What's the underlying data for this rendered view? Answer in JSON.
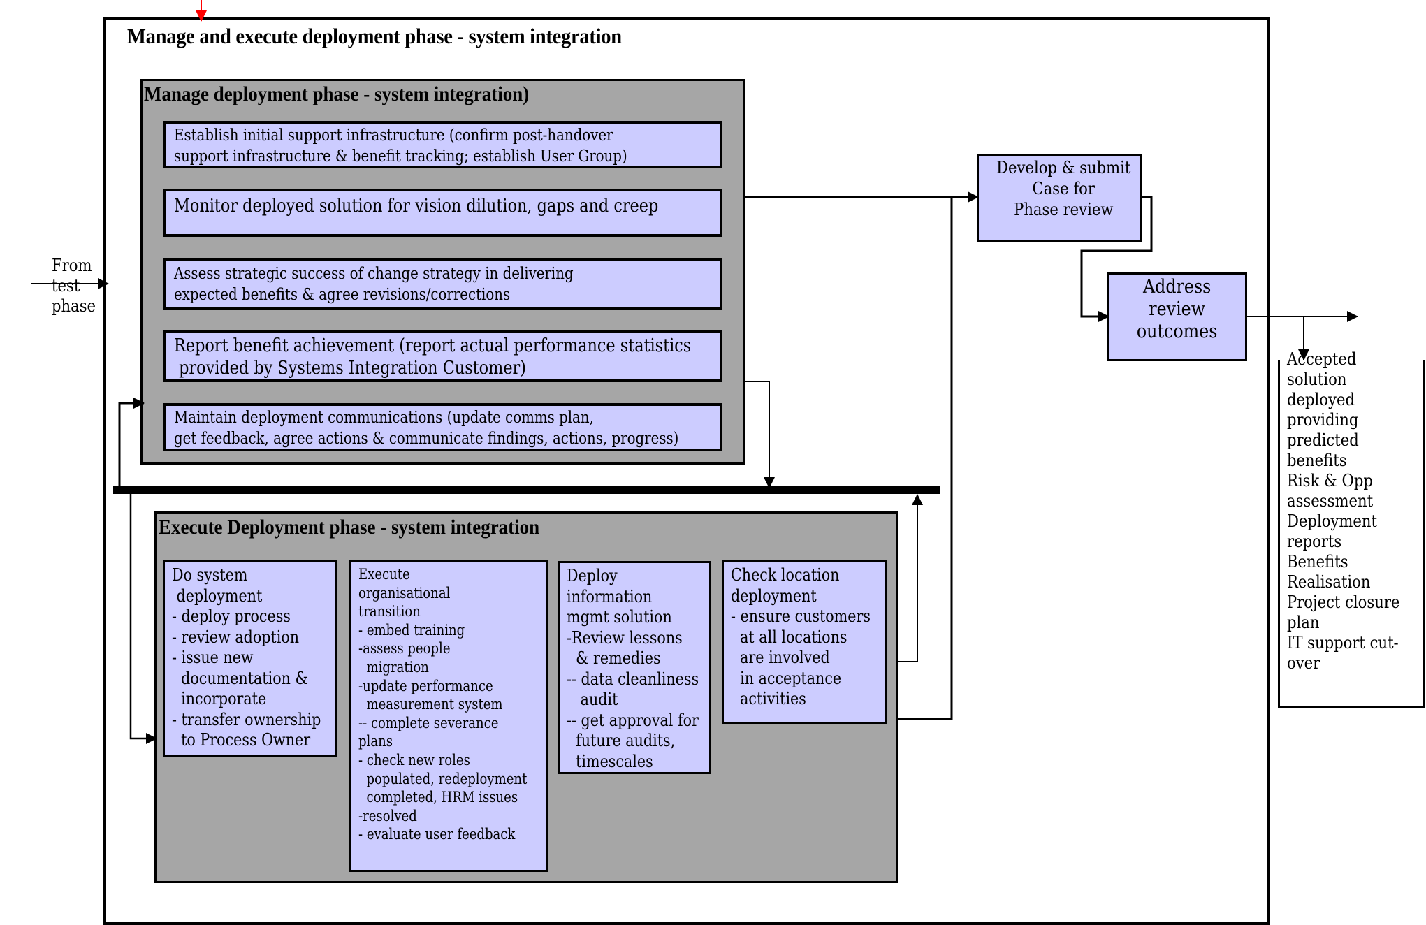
{
  "diagram": {
    "title": "Manage and execute deployment phase - system integration",
    "input_label": "From\ntest\nphase",
    "manage_group": {
      "title": "Manage deployment phase  - system integration)",
      "tasks": [
        "Establish initial support infrastructure (confirm post-handover\nsupport infrastructure & benefit tracking; establish User Group)",
        "Monitor deployed solution for vision dilution, gaps and creep",
        "Assess strategic success of change strategy in delivering\nexpected benefits & agree revisions/corrections",
        "Report benefit achievement (report actual performance statistics\n provided by Systems Integration Customer)",
        "Maintain deployment communications (update comms plan,\nget feedback, agree actions & communicate findings, actions, progress)"
      ]
    },
    "execute_group": {
      "title": "Execute  Deployment phase - system integration",
      "tasks": [
        "Do system\n deployment\n- deploy process\n- review adoption\n- issue new\n  documentation &\n  incorporate\n- transfer ownership\n  to Process Owner",
        "Execute\norganisational\ntransition\n- embed training\n-assess people\n  migration\n-update performance\n  measurement system\n-- complete severance\nplans\n- check new roles\n  populated, redeployment\n  completed, HRM issues\n-resolved\n- evaluate user feedback",
        "Deploy\ninformation\nmgmt solution\n-Review lessons\n  & remedies\n-- data cleanliness\n   audit\n-- get approval for\n  future audits,\n  timescales",
        "Check location\ndeployment\n- ensure customers\n  at all locations\n  are involved\n  in acceptance\n  activities"
      ]
    },
    "review_steps": [
      "Develop & submit\nCase for\nPhase review",
      "Address\nreview\noutcomes"
    ],
    "outputs": "Accepted\nsolution\ndeployed\nproviding\npredicted\nbenefits\nRisk & Opp\nassessment\nDeployment\nreports\nBenefits\nRealisation\nProject closure\nplan\nIT support cut-\nover",
    "colors": {
      "task_fill": "#ccccff",
      "group_fill": "#a6a6a6",
      "incoming_arrow": "#ff0000"
    }
  }
}
